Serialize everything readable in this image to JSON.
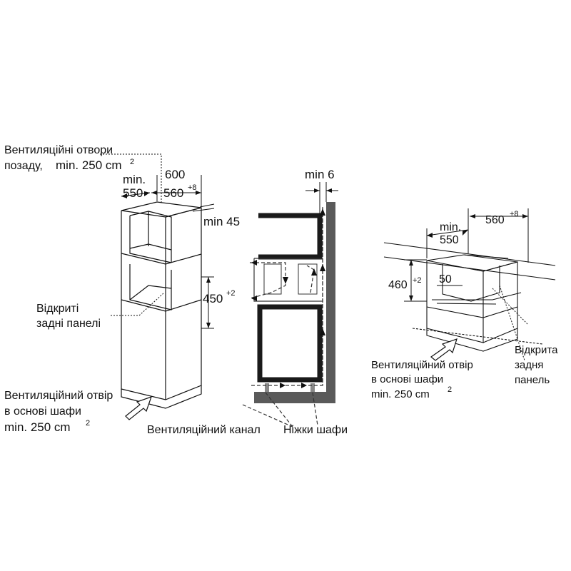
{
  "labels": {
    "vent_rear_line1": "Вентиляційні отвори",
    "vent_rear_line2": "позаду,",
    "vent_rear_min": "min. 250 cm",
    "sq": "2",
    "dim_600": "600",
    "dim_min": "min.",
    "dim_550": "550",
    "dim_560": "560",
    "sup_plus8": "+8",
    "dim_min45": "min 45",
    "dim_450": "450",
    "sup_plus2": "+2",
    "open_panels_line1": "Відкриті",
    "open_panels_line2": "задні панелі",
    "vent_base_line1": "Вентиляційний отвір",
    "vent_base_line2": "в основі шафи",
    "vent_base_min": "min. 250 cm",
    "dim_min6": "min 6",
    "vent_channel": "Вентиляційний канал",
    "cabinet_feet": "Ніжки шафи",
    "dim_460": "460",
    "dim_50": "50",
    "right_min": "min.",
    "right_550": "550",
    "right_560": "560",
    "right_vent_line1": "Вентиляційний отвір",
    "right_vent_line2": "в основі шафи",
    "right_vent_min": "min. 250 cm",
    "open_back_line1": "Відкрита",
    "open_back_line2": "задня",
    "open_back_line3": "панель"
  },
  "colors": {
    "wall": "#5a5a5a",
    "ink": "#111111",
    "appliance": "#1a1a1a",
    "dash": "#333333"
  }
}
